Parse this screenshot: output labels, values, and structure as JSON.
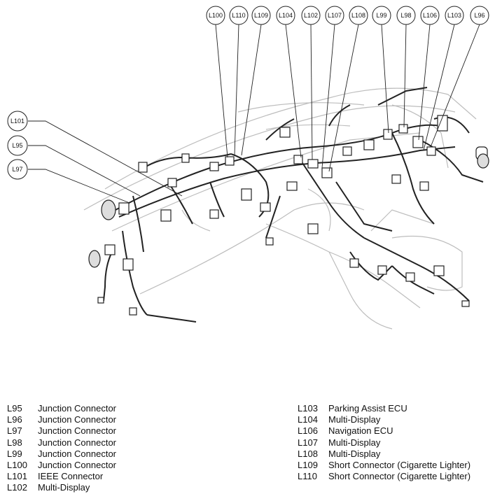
{
  "callouts": [
    {
      "code": "L100",
      "side": "top"
    },
    {
      "code": "L110",
      "side": "top"
    },
    {
      "code": "L109",
      "side": "top"
    },
    {
      "code": "L104",
      "side": "top"
    },
    {
      "code": "L102",
      "side": "top"
    },
    {
      "code": "L107",
      "side": "top"
    },
    {
      "code": "L108",
      "side": "top"
    },
    {
      "code": "L99",
      "side": "top"
    },
    {
      "code": "L98",
      "side": "top"
    },
    {
      "code": "L106",
      "side": "top"
    },
    {
      "code": "L103",
      "side": "top"
    },
    {
      "code": "L96",
      "side": "top"
    },
    {
      "code": "L101",
      "side": "left"
    },
    {
      "code": "L95",
      "side": "left"
    },
    {
      "code": "L97",
      "side": "left"
    }
  ],
  "legend": {
    "left": [
      {
        "code": "L95",
        "desc": "Junction Connector"
      },
      {
        "code": "L96",
        "desc": "Junction Connector"
      },
      {
        "code": "L97",
        "desc": "Junction Connector"
      },
      {
        "code": "L98",
        "desc": "Junction Connector"
      },
      {
        "code": "L99",
        "desc": "Junction Connector"
      },
      {
        "code": "L100",
        "desc": "Junction Connector"
      },
      {
        "code": "L101",
        "desc": "IEEE Connector"
      },
      {
        "code": "L102",
        "desc": "Multi-Display"
      }
    ],
    "right": [
      {
        "code": "L103",
        "desc": "Parking Assist ECU"
      },
      {
        "code": "L104",
        "desc": "Multi-Display"
      },
      {
        "code": "L106",
        "desc": "Navigation ECU"
      },
      {
        "code": "L107",
        "desc": "Multi-Display"
      },
      {
        "code": "L108",
        "desc": "Multi-Display"
      },
      {
        "code": "L109",
        "desc": "Short Connector (Cigarette Lighter)"
      },
      {
        "code": "L110",
        "desc": "Short Connector (Cigarette Lighter)"
      }
    ]
  }
}
